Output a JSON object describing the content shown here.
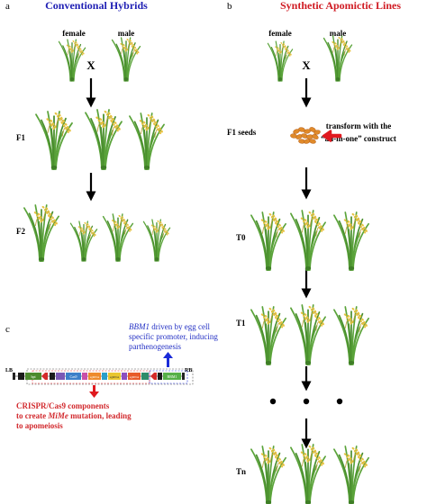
{
  "panel_a": {
    "letter": "a",
    "title": "Conventional Hybrids",
    "female": "female",
    "male": "male",
    "cross": "X",
    "gen_f1": "F1",
    "gen_f2": "F2"
  },
  "panel_b": {
    "letter": "b",
    "title": "Synthetic Apomictic Lines",
    "female": "female",
    "male": "male",
    "cross": "X",
    "f1_seeds": "F1 seeds",
    "transform_line1": "transform with the",
    "transform_line2": "“all-in-one” construct",
    "gen_t0": "T0",
    "gen_t1": "T1",
    "gen_tn": "Tn"
  },
  "panel_c": {
    "letter": "c",
    "lb": "LB",
    "rb": "RB",
    "bbm_italic": "BBM1",
    "bbm_rest1": " driven by egg cell",
    "bbm_line2": "specific promoter, inducing",
    "bbm_line3": "parthenogenesis",
    "crispr_line1": "CRISPR/Cas9 components",
    "crispr_line2_pre": "to create ",
    "crispr_italic": "MiMe",
    "crispr_line2_post": " mutation, leading",
    "crispr_line3": "to apomeiosis",
    "construct_labels": [
      "hpt",
      "Cas9",
      "sgRNA",
      "sgRNA",
      "sgRNA",
      "BBM1"
    ]
  },
  "colors": {
    "title_a": "#1f1fb4",
    "title_b": "#d01c24",
    "arrow_red": "#e0191f",
    "arrow_blue": "#1a2bd8",
    "text_blue": "#2330c4",
    "text_red": "#d22a2e",
    "leaf": "#5aa33a",
    "panicle": "#e6c240",
    "seed": "#e08a2a"
  }
}
